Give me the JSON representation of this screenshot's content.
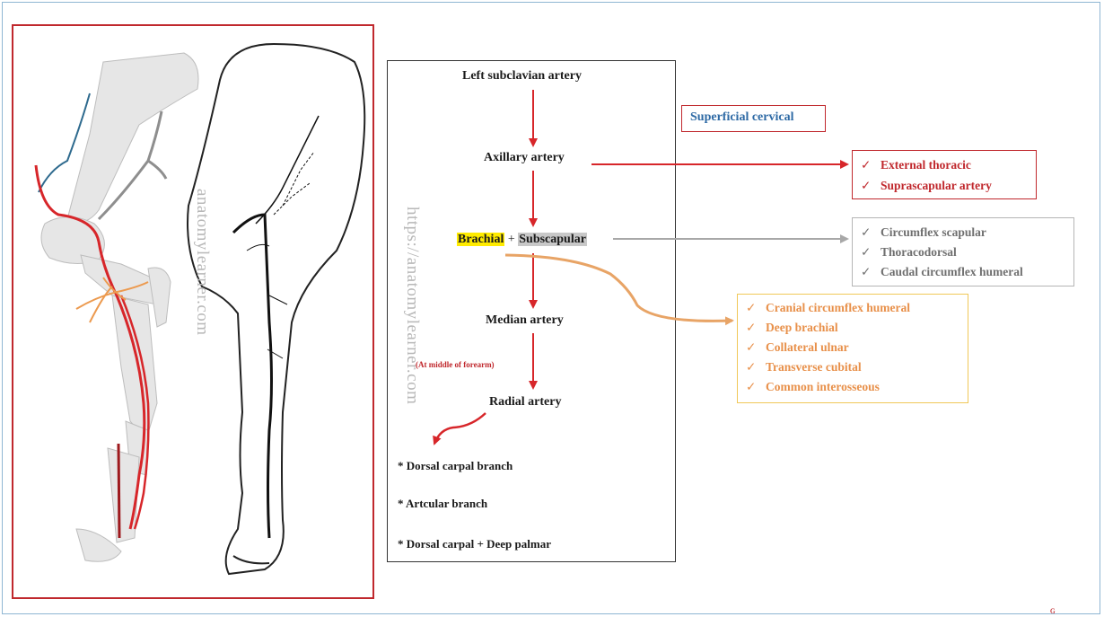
{
  "watermark": "https://anatomylearner.com",
  "watermark_short": "anatomylearner.com",
  "flow": {
    "subclavian": "Left subclavian artery",
    "axillary": "Axillary artery",
    "brachial": "Brachial",
    "plus": "+",
    "subscapular": "Subscapular",
    "median": "Median artery",
    "note": "(At middle of forearm)",
    "radial": "Radial artery",
    "branches": [
      "* Dorsal carpal branch",
      "* Artcular branch",
      "* Dorsal carpal + Deep palmar"
    ]
  },
  "superficial_cervical": "Superficial cervical",
  "axillary_branches": [
    "External thoracic",
    "Suprascapular artery"
  ],
  "subscapular_branches": [
    "Circumflex scapular",
    "Thoracodorsal",
    "Caudal circumflex humeral"
  ],
  "brachial_branches": [
    "Cranial circumflex humeral",
    "Deep brachial",
    "Collateral ulnar",
    "Transverse cubital",
    "Common interosseous"
  ],
  "check_glyph": "✓",
  "colors": {
    "red": "#c0282d",
    "blue": "#2e6aa5",
    "grey": "#6f6f6f",
    "orange": "#e8904a",
    "yellow_highlight": "#ffeb00",
    "frame_blue": "#8fb6d3"
  }
}
